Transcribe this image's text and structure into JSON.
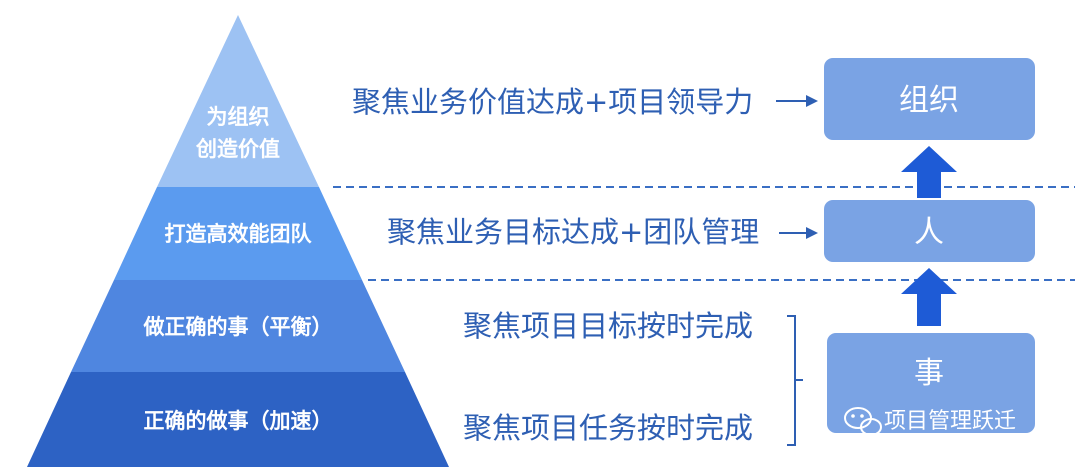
{
  "pyramid": {
    "tiers": [
      {
        "lines": [
          "为组织",
          "创造价值"
        ],
        "color": "#9dc2f3"
      },
      {
        "lines": [
          "打造高效能团队"
        ],
        "color": "#5b9bef"
      },
      {
        "lines": [
          "做正确的事（平衡）"
        ],
        "color": "#4f86e0"
      },
      {
        "lines": [
          "正确的做事（加速）"
        ],
        "color": "#2d62c4"
      }
    ]
  },
  "focus": {
    "org": "聚焦业务价值达成+项目领导力",
    "team": "聚焦业务目标达成+团队管理",
    "task1": "聚焦项目目标按时完成",
    "task2": "聚焦项目任务按时完成"
  },
  "boxes": {
    "org": "组织",
    "people": "人",
    "things": "事"
  },
  "watermark": {
    "text": "项目管理跃迁",
    "icon": "wechat-icon"
  },
  "colors": {
    "text": "#2e5fb3",
    "box": "#7aa3e4",
    "arrow": "#1e5bd6",
    "dash": "#3a6fc4"
  }
}
